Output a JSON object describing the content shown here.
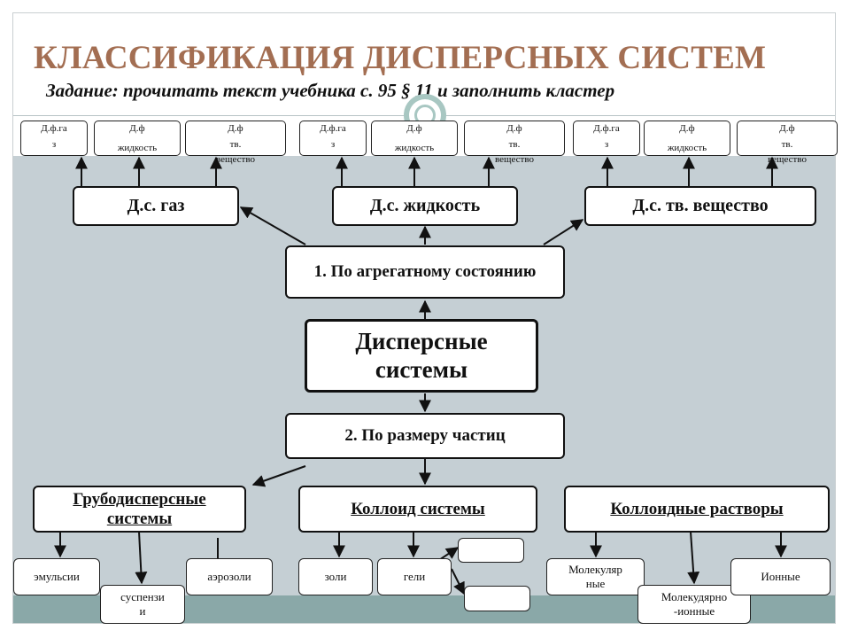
{
  "slide": {
    "title": "КЛАССИФИКАЦИЯ ДИСПЕРСНЫХ СИСТЕМ",
    "subtitle": "Задание: прочитать текст учебника с. 95 § 11 и заполнить кластер"
  },
  "diagram": {
    "center": "Дисперсные системы",
    "criterion_state": "1. По агрегатному состоянию",
    "criterion_size": "2. По размеру частиц",
    "medium_types": [
      "Д.с. газ",
      "Д.с. жидкость",
      "Д.с. тв. вещество"
    ],
    "phase_groups": [
      {
        "gas_l1": "Д.ф.га",
        "gas_l2": "з",
        "liquid_l1": "Д.ф",
        "liquid_l2": "жидкость",
        "solid_l1": "Д.ф",
        "solid_l2": "тв.",
        "solid_l3": "вещество"
      },
      {
        "gas_l1": "Д.ф.га",
        "gas_l2": "з",
        "liquid_l1": "Д.ф",
        "liquid_l2": "жидкость",
        "solid_l1": "Д.ф",
        "solid_l2": "тв.",
        "solid_l3": "вещество"
      },
      {
        "gas_l1": "Д.ф.га",
        "gas_l2": "з",
        "liquid_l1": "Д.ф",
        "liquid_l2": "жидкость",
        "solid_l1": "Д.ф",
        "solid_l2": "тв.",
        "solid_l3": "вещество"
      }
    ],
    "size_types": {
      "coarse_l1": "Грубодисперсные",
      "coarse_l2": "системы",
      "colloid": "Коллоид системы",
      "solutions": "Коллоидные растворы"
    },
    "leaves": {
      "emulsions": "эмульсии",
      "suspensions_l1": "суспензи",
      "suspensions_l2": "и",
      "aerosols": "аэрозоли",
      "sols": "золи",
      "gels": "гели",
      "molecular_l1": "Молекуляр",
      "molecular_l2": "ные",
      "molecular_ionic_l1": "Молекудярно",
      "molecular_ionic_l2": "-ионные",
      "ionic": "Ионные"
    }
  }
}
